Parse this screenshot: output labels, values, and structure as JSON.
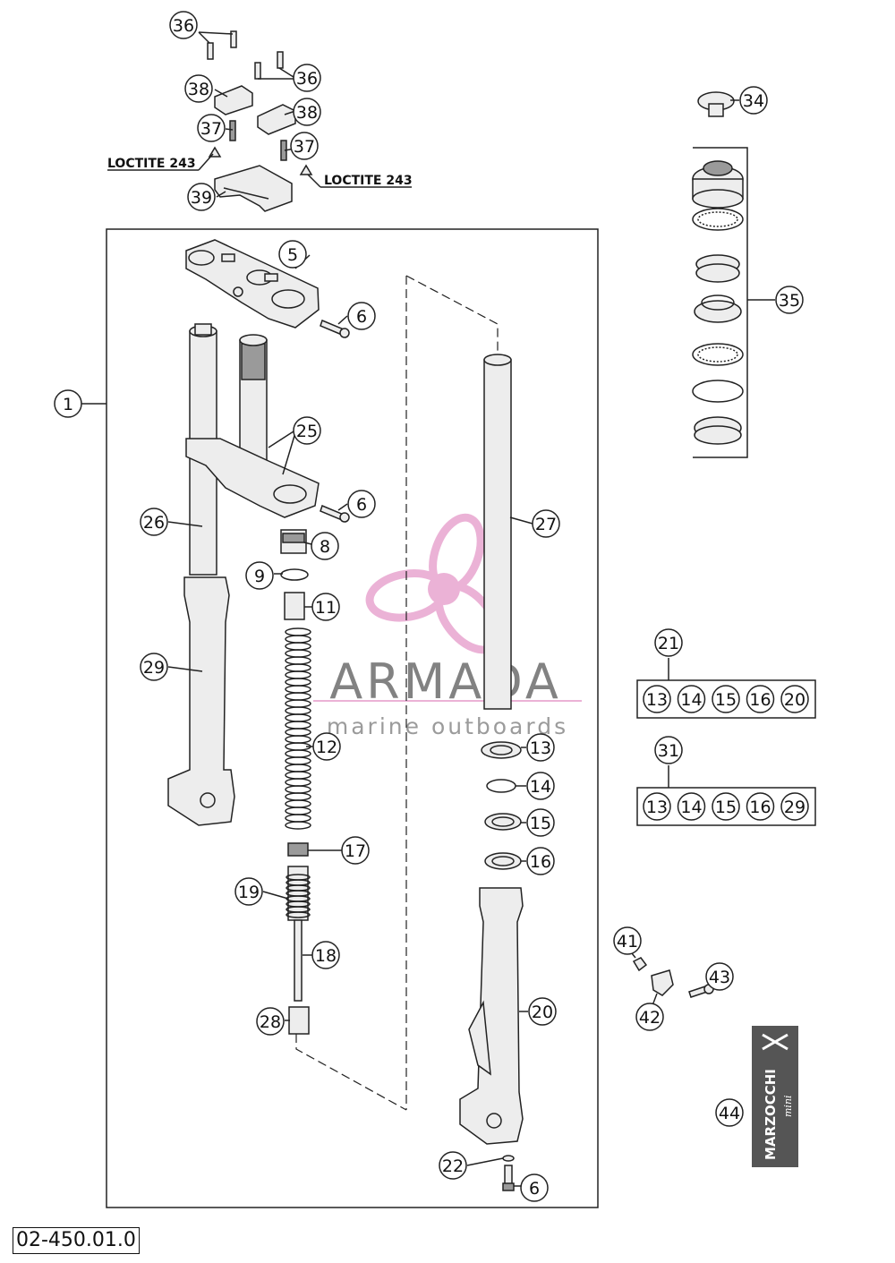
{
  "drawing_number": "02-450.01.0",
  "notes": {
    "loctite_left": "LOCTITE 243",
    "loctite_right": "LOCTITE 243"
  },
  "callouts": {
    "c1": "1",
    "c5": "5",
    "c6a": "6",
    "c6b": "6",
    "c6c": "6",
    "c8": "8",
    "c9": "9",
    "c11": "11",
    "c12": "12",
    "c13": "13",
    "c14": "14",
    "c15": "15",
    "c16": "16",
    "c17": "17",
    "c18": "18",
    "c19": "19",
    "c20": "20",
    "c21": "21",
    "c22": "22",
    "c25": "25",
    "c26": "26",
    "c27": "27",
    "c28": "28",
    "c29": "29",
    "c31": "31",
    "c34": "34",
    "c35": "35",
    "c36a": "36",
    "c36b": "36",
    "c37a": "37",
    "c37b": "37",
    "c38a": "38",
    "c38b": "38",
    "c39": "39",
    "c41": "41",
    "c42": "42",
    "c43": "43",
    "c44": "44"
  },
  "kit_21": [
    "13",
    "14",
    "15",
    "16",
    "20"
  ],
  "kit_31": [
    "13",
    "14",
    "15",
    "16",
    "29"
  ],
  "watermark": {
    "title": "ARMADA",
    "subtitle": "marine outboards",
    "color": "#e8a5cf"
  },
  "brand_logo": {
    "name": "MARZOCCHI",
    "sub": "mini",
    "background": "#555555"
  }
}
